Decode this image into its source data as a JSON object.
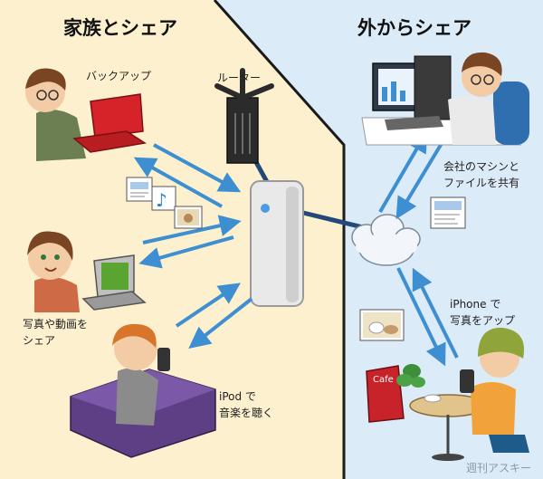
{
  "titles": {
    "home": "家族とシェア",
    "outside": "外からシェア"
  },
  "labels": {
    "backup": "バックアップ",
    "router": "ルーター",
    "share_photos_line1": "写真や動画を",
    "share_photos_line2": "シェア",
    "ipod_line1": "iPod で",
    "ipod_line2": "音楽を聴く",
    "office_line1": "会社のマシンと",
    "office_line2": "ファイルを共有",
    "iphone_line1": "iPhone で",
    "iphone_line2": "写真をアップ",
    "cafe_sign": "Cafe",
    "watermark": "週刊アスキー"
  },
  "colors": {
    "home_bg": "#fdf0cf",
    "outside_bg": "#dcebf8",
    "border": "#1a1a1a",
    "arrow": "#3d8fd1",
    "cable": "#23497a"
  }
}
